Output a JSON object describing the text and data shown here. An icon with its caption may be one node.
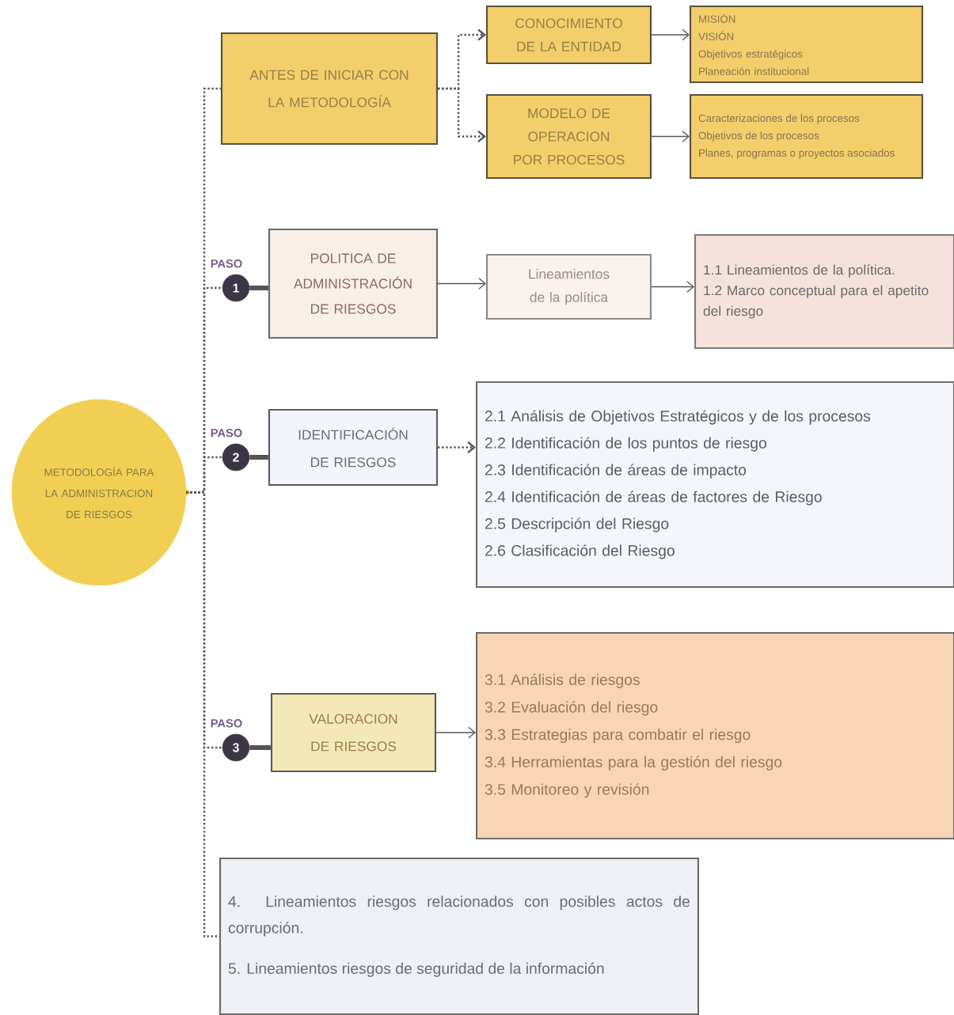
{
  "diagram": {
    "nodes": [
      {
        "text": [
          "METODOLOGÍA PARA LA ADMINISTRACIÓN DE RIESGOS"
        ]
      },
      {
        "text": [
          "ANTES DE INICIAR CON LA METODOLOGÍA"
        ]
      },
      {
        "text": [
          "CONOCIMIENTO DE LA ENTIDAD"
        ]
      },
      {
        "text": [
          "MISIÓN",
          "VISIÓN",
          "Objetivos estratégicos",
          "Planeación institucional"
        ]
      },
      {
        "text": [
          "MODELO DE OPERACION POR PROCESOS"
        ]
      },
      {
        "text": [
          "Caracterizaciones de los procesos",
          "Objetivos de los procesos",
          "Planes, programas o proyectos asociados"
        ]
      },
      {
        "text": [
          "1"
        ],
        "beside": [
          "PASO"
        ]
      },
      {
        "text": [
          "POLITICA DE ADMINISTRACIÓN DE RIESGOS"
        ]
      },
      {
        "text": [
          "Lineamientos de la política"
        ]
      },
      {
        "text": [
          "1.1 Lineamientos de la política.",
          "1.2 Marco conceptual para el apetito del riesgo"
        ]
      },
      {
        "text": [
          "2"
        ],
        "beside": [
          "PASO"
        ]
      },
      {
        "text": [
          "IDENTIFICACIÓN DE RIESGOS"
        ]
      },
      {
        "text": [
          "2.1 Análisis de Objetivos Estratégicos y de los procesos",
          "2.2 Identificación de los puntos de riesgo",
          "2.3 Identificación de áreas de impacto",
          "2.4 Identificación de áreas de factores de Riesgo",
          "2.5 Descripción del Riesgo",
          "2.6 Clasificación del Riesgo"
        ]
      },
      {
        "text": [
          "3"
        ],
        "beside": [
          "PASO"
        ]
      },
      {
        "text": [
          "VALORACION DE RIESGOS"
        ]
      },
      {
        "text": [
          "3.1 Análisis de riesgos",
          "3.2 Evaluación del riesgo",
          "3.3 Estrategias para combatir el riesgo",
          "3.4 Herramientas para la gestión del riesgo",
          "3.5 Monitoreo y revisión"
        ]
      },
      {
        "text": [
          "4. Lineamientos riesgos relacionados con posibles actos de corrupción.",
          "5. Lineamientos riesgos de seguridad de la información"
        ]
      }
    ],
    "edges": [
      {
        "from": 0,
        "to": 1,
        "arrow": "none",
        "style": "dashed"
      },
      {
        "from": 0,
        "to": 6,
        "arrow": "none",
        "style": "dashed"
      },
      {
        "from": 0,
        "to": 10,
        "arrow": "none",
        "style": "dashed"
      },
      {
        "from": 0,
        "to": 13,
        "arrow": "none",
        "style": "dashed"
      },
      {
        "from": 0,
        "to": 16,
        "arrow": "none",
        "style": "dashed"
      },
      {
        "from": 1,
        "to": 2,
        "arrow": "to",
        "style": "dashed"
      },
      {
        "from": 1,
        "to": 4,
        "arrow": "to",
        "style": "dashed"
      },
      {
        "from": 2,
        "to": 3,
        "arrow": "to"
      },
      {
        "from": 4,
        "to": 5,
        "arrow": "to"
      },
      {
        "from": 6,
        "to": 7,
        "arrow": "none",
        "style": "thick"
      },
      {
        "from": 7,
        "to": 8,
        "arrow": "to"
      },
      {
        "from": 8,
        "to": 9,
        "arrow": "to"
      },
      {
        "from": 10,
        "to": 11,
        "arrow": "none",
        "style": "thick"
      },
      {
        "from": 11,
        "to": 12,
        "arrow": "to",
        "style": "dashed"
      },
      {
        "from": 13,
        "to": 14,
        "arrow": "none",
        "style": "thick"
      },
      {
        "from": 14,
        "to": 15,
        "arrow": "to"
      }
    ]
  }
}
